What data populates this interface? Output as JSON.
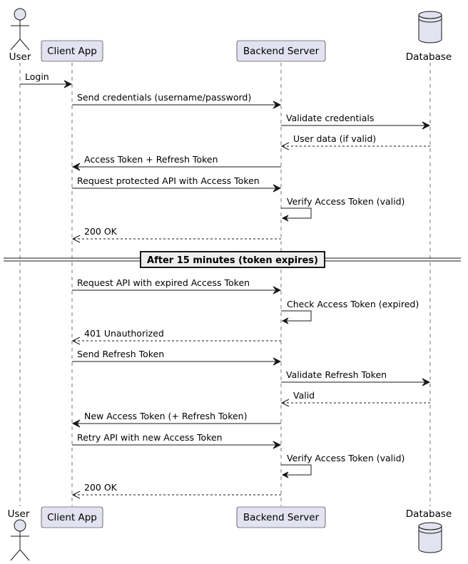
{
  "participants": {
    "user": "User",
    "client": "Client App",
    "backend": "Backend Server",
    "database": "Database"
  },
  "messages": [
    {
      "text": "Login",
      "from": "user",
      "to": "client",
      "style": "solid"
    },
    {
      "text": "Send credentials (username/password)",
      "from": "client",
      "to": "backend",
      "style": "solid"
    },
    {
      "text": "Validate credentials",
      "from": "backend",
      "to": "database",
      "style": "solid"
    },
    {
      "text": "User data (if valid)",
      "from": "database",
      "to": "backend",
      "style": "dashed"
    },
    {
      "text": "Access Token + Refresh Token",
      "from": "backend",
      "to": "client",
      "style": "solid"
    },
    {
      "text": "Request protected API with Access Token",
      "from": "client",
      "to": "backend",
      "style": "solid"
    },
    {
      "text": "Verify Access Token (valid)",
      "from": "backend",
      "to": "backend",
      "style": "solid"
    },
    {
      "text": "200 OK",
      "from": "backend",
      "to": "client",
      "style": "dashed"
    },
    {
      "text": "Request API with expired Access Token",
      "from": "client",
      "to": "backend",
      "style": "solid"
    },
    {
      "text": "Check Access Token (expired)",
      "from": "backend",
      "to": "backend",
      "style": "solid"
    },
    {
      "text": "401 Unauthorized",
      "from": "backend",
      "to": "client",
      "style": "dashed"
    },
    {
      "text": "Send Refresh Token",
      "from": "client",
      "to": "backend",
      "style": "solid"
    },
    {
      "text": "Validate Refresh Token",
      "from": "backend",
      "to": "database",
      "style": "solid"
    },
    {
      "text": "Valid",
      "from": "database",
      "to": "backend",
      "style": "dashed"
    },
    {
      "text": "New Access Token (+ Refresh Token)",
      "from": "backend",
      "to": "client",
      "style": "solid"
    },
    {
      "text": "Retry API with new Access Token",
      "from": "client",
      "to": "backend",
      "style": "solid"
    },
    {
      "text": "Verify Access Token (valid)",
      "from": "backend",
      "to": "backend",
      "style": "solid"
    },
    {
      "text": "200 OK",
      "from": "backend",
      "to": "client",
      "style": "dashed"
    }
  ],
  "divider": {
    "text": "After 15 minutes (token expires)"
  },
  "colors": {
    "participant_fill": "#e2e2f0",
    "line": "#181818"
  }
}
